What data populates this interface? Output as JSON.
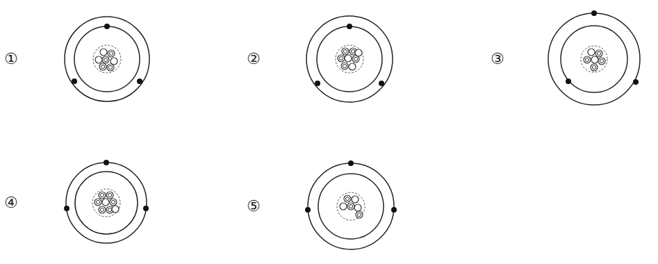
{
  "diagram": {
    "labels": [
      "①",
      "②",
      "③",
      "④",
      "⑤"
    ]
  }
}
